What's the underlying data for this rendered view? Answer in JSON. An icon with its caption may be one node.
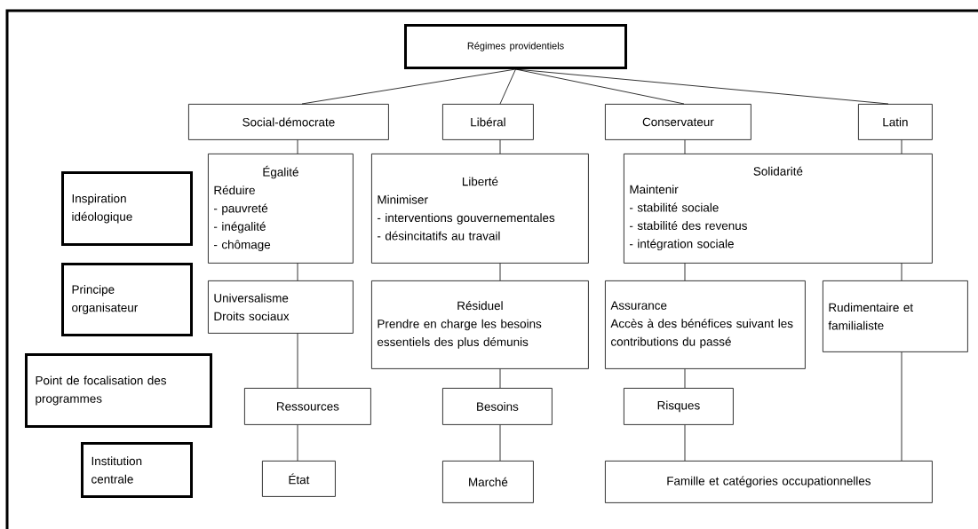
{
  "diagram": {
    "nodes": [
      {
        "text": [
          "Régimes providentiels"
        ]
      },
      {
        "text": [
          "Social-démocrate"
        ]
      },
      {
        "text": [
          "Libéral"
        ]
      },
      {
        "text": [
          "Conservateur"
        ]
      },
      {
        "text": [
          "Latin"
        ]
      },
      {
        "text": [
          "Égalité",
          "Réduire",
          "- pauvreté",
          "- inégalité",
          "- chômage"
        ]
      },
      {
        "text": [
          "Liberté",
          "Minimiser",
          "- interventions gouvernementales",
          "- désincitatifs au travail"
        ]
      },
      {
        "text": [
          "Solidarité",
          "Maintenir",
          "- stabilité sociale",
          "- stabilité des revenus",
          "- intégration sociale"
        ]
      },
      {
        "text": [
          "Universalisme",
          "Droits sociaux"
        ]
      },
      {
        "text": [
          "Résiduel",
          "Prendre en charge les besoins essentiels des plus démunis"
        ]
      },
      {
        "text": [
          "Assurance",
          "Accès à des bénéfices suivant les contributions du passé"
        ]
      },
      {
        "text": [
          "Rudimentaire et familialiste"
        ]
      },
      {
        "text": [
          "Ressources"
        ]
      },
      {
        "text": [
          "Besoins"
        ]
      },
      {
        "text": [
          "Risques"
        ]
      },
      {
        "text": [
          "État"
        ]
      },
      {
        "text": [
          "Marché"
        ]
      },
      {
        "text": [
          "Famille et catégories occupationnelles"
        ]
      },
      {
        "text": [
          "Inspiration idéologique"
        ]
      },
      {
        "text": [
          "Principe organisateur"
        ]
      },
      {
        "text": [
          "Point de focalisation des programmes"
        ]
      },
      {
        "text": [
          "Institution centrale"
        ]
      }
    ],
    "edges": [
      {
        "from": 0,
        "to": 1,
        "arrow": "none"
      },
      {
        "from": 0,
        "to": 2,
        "arrow": "none"
      },
      {
        "from": 0,
        "to": 3,
        "arrow": "none"
      },
      {
        "from": 0,
        "to": 4,
        "arrow": "none"
      },
      {
        "from": 1,
        "to": 5,
        "arrow": "none"
      },
      {
        "from": 2,
        "to": 6,
        "arrow": "none"
      },
      {
        "from": 3,
        "to": 7,
        "arrow": "none"
      },
      {
        "from": 4,
        "to": 7,
        "arrow": "none"
      },
      {
        "from": 5,
        "to": 8,
        "arrow": "none"
      },
      {
        "from": 6,
        "to": 9,
        "arrow": "none"
      },
      {
        "from": 7,
        "to": 10,
        "arrow": "none"
      },
      {
        "from": 7,
        "to": 11,
        "arrow": "none"
      },
      {
        "from": 8,
        "to": 12,
        "arrow": "none"
      },
      {
        "from": 9,
        "to": 13,
        "arrow": "none"
      },
      {
        "from": 10,
        "to": 14,
        "arrow": "none"
      },
      {
        "from": 12,
        "to": 15,
        "arrow": "none"
      },
      {
        "from": 13,
        "to": 16,
        "arrow": "none"
      },
      {
        "from": 14,
        "to": 17,
        "arrow": "none"
      },
      {
        "from": 11,
        "to": 17,
        "arrow": "none"
      }
    ]
  }
}
